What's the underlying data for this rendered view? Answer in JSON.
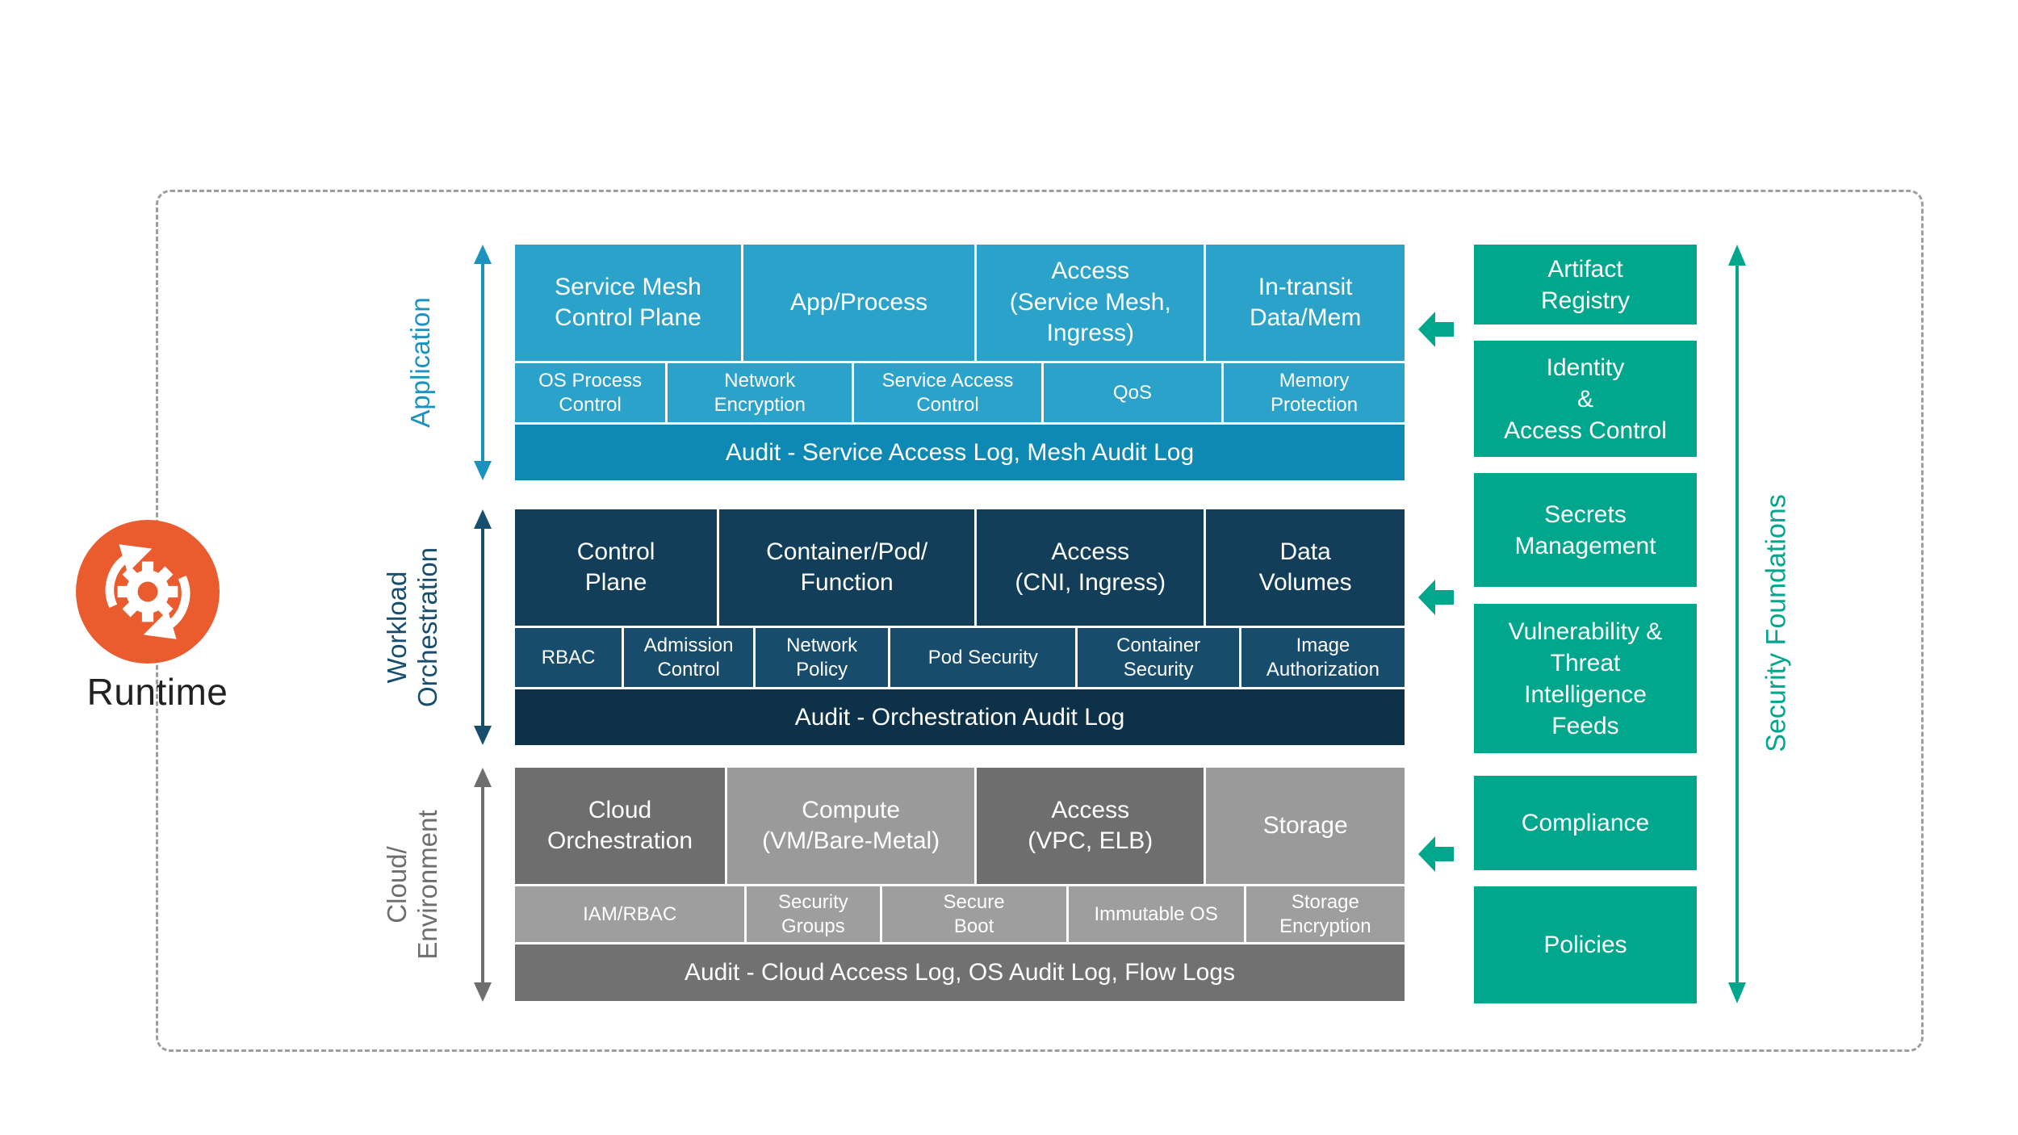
{
  "palette": {
    "blue": "#2BA2C9",
    "blue_audit": "#0E89B4",
    "navy": "#123E59",
    "navy_small": "#174C6D",
    "navy_audit": "#0C3148",
    "gray_dark": "#6E6E6E",
    "gray_light": "#9A9A9A",
    "gray_small": "#9E9E9E",
    "gray_audit": "#717171",
    "teal": "#00A78C",
    "orange": "#EA5B2E",
    "label_blue": "#1C93BF",
    "label_navy": "#174E6E",
    "label_gray": "#6E6E6E",
    "border_gray": "#9E9E9E",
    "text_dark": "#212121"
  },
  "icons": {
    "runtime": "sync-gear-icon",
    "layer_span": "double-vertical-arrow-icon",
    "foundation_pointer": "left-arrow-icon"
  },
  "runtime": {
    "label": "Runtime"
  },
  "layers": [
    {
      "label": "Application",
      "big_boxes": [
        "Service Mesh\nControl Plane",
        "App/Process",
        "Access\n(Service Mesh,\nIngress)",
        "In-transit\nData/Mem"
      ],
      "small_boxes": [
        "OS Process\nControl",
        "Network\nEncryption",
        "Service Access\nControl",
        "QoS",
        "Memory\nProtection"
      ],
      "audit": "Audit - Service Access Log, Mesh Audit Log"
    },
    {
      "label": "Workload\nOrchestration",
      "big_boxes": [
        "Control\nPlane",
        "Container/Pod/\nFunction",
        "Access\n(CNI, Ingress)",
        "Data\nVolumes"
      ],
      "small_boxes": [
        "RBAC",
        "Admission\nControl",
        "Network\nPolicy",
        "Pod Security",
        "Container\nSecurity",
        "Image\nAuthorization"
      ],
      "audit": "Audit - Orchestration Audit Log"
    },
    {
      "label": "Cloud/\nEnvironment",
      "big_boxes": [
        "Cloud\nOrchestration",
        "Compute\n(VM/Bare-Metal)",
        "Access\n(VPC, ELB)",
        "Storage"
      ],
      "small_boxes": [
        "IAM/RBAC",
        "Security\nGroups",
        "Secure\nBoot",
        "Immutable OS",
        "Storage\nEncryption"
      ],
      "audit": "Audit - Cloud Access Log, OS Audit Log, Flow Logs"
    }
  ],
  "security_foundations": {
    "label": "Security Foundations",
    "boxes": [
      "Artifact\nRegistry",
      "Identity\n&\nAccess Control",
      "Secrets\nManagement",
      "Vulnerability &\nThreat\nIntelligence\nFeeds",
      "Compliance",
      "Policies"
    ]
  }
}
